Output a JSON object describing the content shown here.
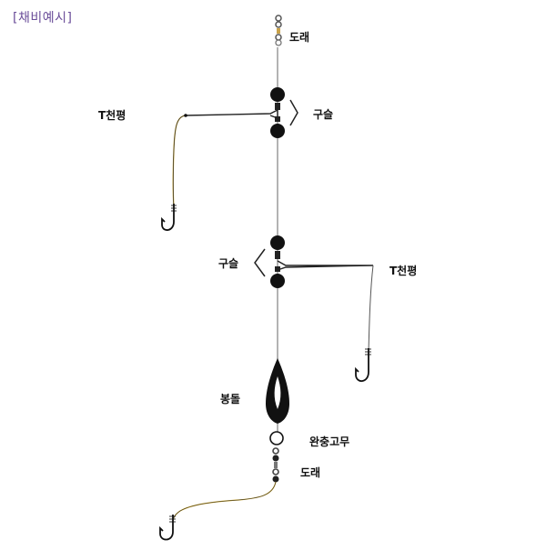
{
  "title": "[채비예시]",
  "labels": {
    "swivel_top": "도래",
    "bead_top": "구슬",
    "tee_left": "T천평",
    "bead_middle": "구슬",
    "tee_right": "T천평",
    "sinker": "봉돌",
    "cushion": "완충고무",
    "swivel_bottom": "도래"
  },
  "colors": {
    "line": "#8a8a8a",
    "bead": "#111111",
    "title": "#6b4e9a"
  }
}
